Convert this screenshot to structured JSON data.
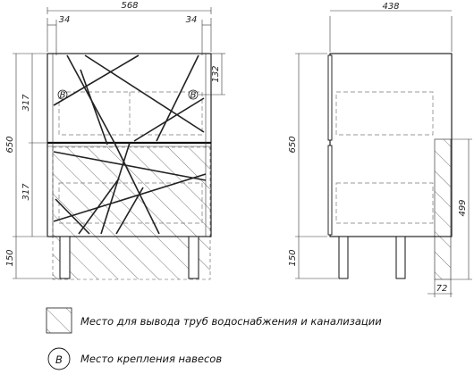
{
  "front_view": {
    "width_total": "568",
    "offset_left": "34",
    "offset_right": "34",
    "hole_drop": "132",
    "upper_height": "317",
    "lower_height": "317",
    "body_height": "650",
    "legs_height": "150",
    "hole_mark_left": "B",
    "hole_mark_right": "B"
  },
  "side_view": {
    "depth_total": "438",
    "body_height": "650",
    "legs_height": "150",
    "pipe_zone_height": "499",
    "pipe_zone_depth": "72"
  },
  "legend": {
    "pipes_text": "Место для вывода труб водоснабжения и канализации",
    "mount_symbol": "B",
    "mount_text": "Место крепления навесов"
  }
}
